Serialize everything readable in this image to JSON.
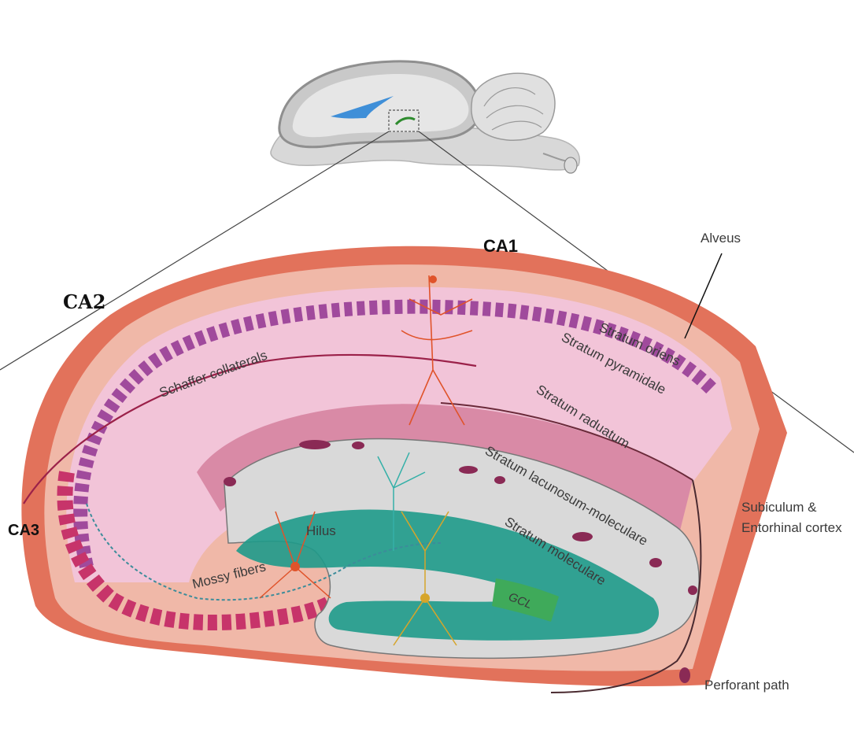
{
  "labels": {
    "ca1": "CA1",
    "ca2": "CA2",
    "ca3": "CA3",
    "alveus": "Alveus",
    "stratum_oriens": "Stratum oriens",
    "stratum_pyramidale": "Stratum pyramidale",
    "stratum_radiatum": "Stratum raduatum",
    "stratum_lacunosum": "Stratum lacunosum-moleculare",
    "stratum_moleculare": "Stratum moleculare",
    "schaffer": "Schaffer  collaterals",
    "hilus": "Hilus",
    "mossy": "Mossy fibers",
    "gcl": "GCL",
    "subiculum_line1": "Subiculum &",
    "subiculum_line2": "Entorhinal cortex",
    "perforant": "Perforant path"
  },
  "colors": {
    "alveus": "#e2725b",
    "oriens": "#f0b8a8",
    "pyramidal": "#a04a9c",
    "radiatum": "#f2c4d8",
    "lacunosum": "#d98aa6",
    "dentate_bg": "#d9d9d9",
    "granule": "#1e9a8a",
    "gcl_box": "#3faa5a",
    "brain": "#cfcfcf"
  }
}
